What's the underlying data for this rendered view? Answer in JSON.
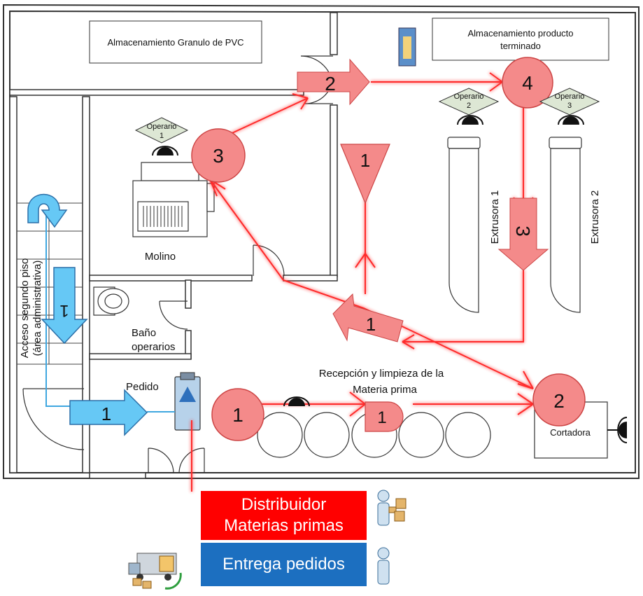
{
  "rooms": {
    "granulo": "Almacenamiento Granulo de PVC",
    "producto_line1": "Almacenamiento producto",
    "producto_line2": "terminado",
    "molino": "Molino",
    "bano_line1": "Baño",
    "bano_line2": "operarios",
    "acceso_line1": "Acceso segundo piso",
    "acceso_line2": "(área administrativa)",
    "pedido": "Pedido",
    "recepcion_line1": "Recepción y limpieza de la",
    "recepcion_line2": "Materia prima",
    "cortadora": "Cortadora",
    "extrusora1": "Extrusora 1",
    "extrusora2": "Extrusora 2"
  },
  "operators": {
    "op1_line1": "Operario",
    "op1_line2": "1",
    "op2_line1": "Operario",
    "op2_line2": "2",
    "op3_line1": "Operario",
    "op3_line2": "3"
  },
  "symbols": {
    "operation_molino": "3",
    "operation_top": "4",
    "operation_cortadora": "2",
    "operation_entrada": "1",
    "storage": "1",
    "transport_top": "2",
    "transport_down": "3",
    "transport_left": "1",
    "delay_recepcion": "1",
    "blue_transport_right": "1",
    "blue_transport_down": "1"
  },
  "legend": {
    "distribuidor_line1": "Distribuidor",
    "distribuidor_line2": "Materias primas",
    "entrega": "Entrega pedidos"
  },
  "colors": {
    "symbol_fill": "#f48a8a",
    "flow_red": "#ff2a2a",
    "flow_blue": "#66c8f5",
    "legend_red": "#ff0000",
    "legend_blue": "#1c6fc0"
  }
}
